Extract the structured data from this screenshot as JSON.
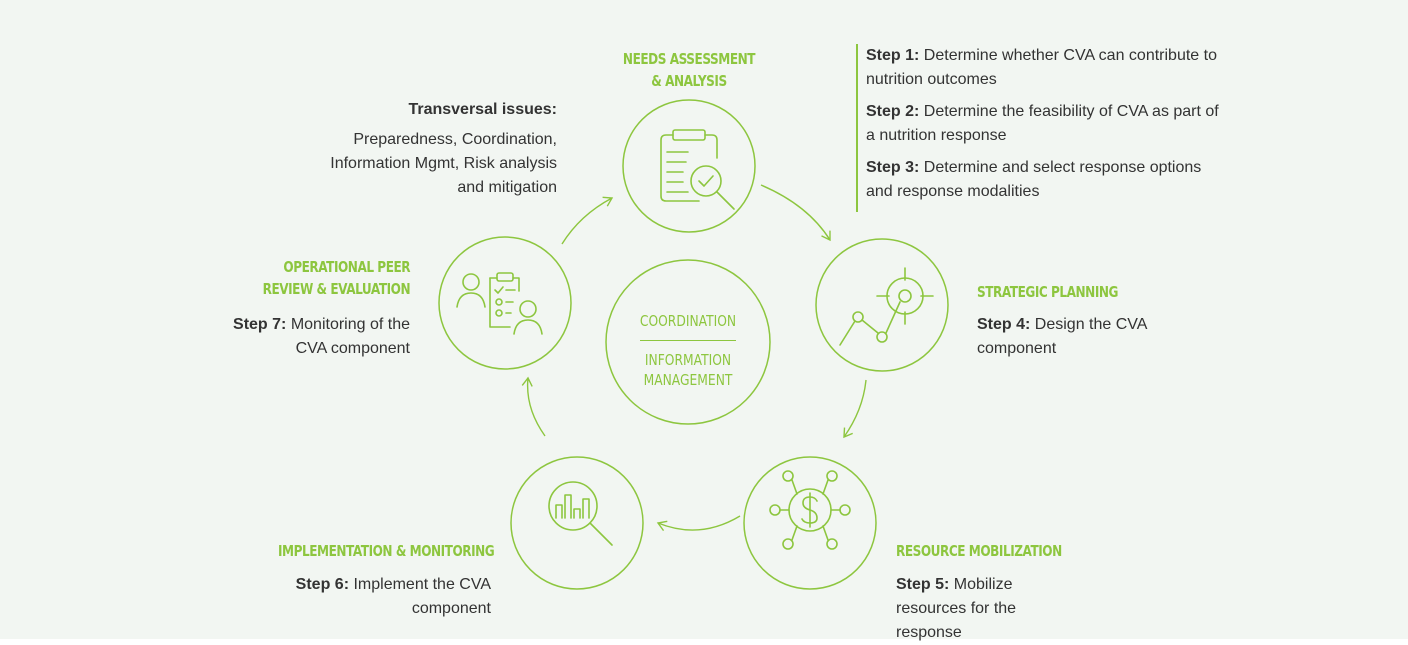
{
  "colors": {
    "accent": "#8dc63f",
    "text": "#333333",
    "background": "#f2f6f2"
  },
  "center": {
    "top_label": "COORDINATION",
    "bottom_label": "INFORMATION MANAGEMENT"
  },
  "transversal": {
    "heading": "Transversal issues:",
    "body": "Preparedness, Coordination, Information Mgmt, Risk analysis and mitigation"
  },
  "stages": {
    "needs": {
      "title_line1": "NEEDS ASSESSMENT",
      "title_line2": "& ANALYSIS",
      "icon": "clipboard-magnifier-icon",
      "steps": [
        {
          "label": "Step 1:",
          "text": " Determine whether CVA can contribute to nutrition outcomes"
        },
        {
          "label": "Step 2:",
          "text": " Determine the feasibility of CVA as part of a nutrition response"
        },
        {
          "label": "Step 3:",
          "text": " Determine and select response options and response modalities"
        }
      ]
    },
    "strategic": {
      "title": "STRATEGIC PLANNING",
      "icon": "target-chart-icon",
      "step_label": "Step 4:",
      "step_text": " Design the CVA component"
    },
    "resource": {
      "title": "RESOURCE MOBILIZATION",
      "icon": "dollar-network-icon",
      "step_label": "Step 5:",
      "step_text": " Mobilize resources for the response"
    },
    "implementation": {
      "title": "IMPLEMENTATION & MONITORING",
      "icon": "bar-chart-magnifier-icon",
      "step_label": "Step 6:",
      "step_text": " Implement the CVA component"
    },
    "review": {
      "title_line1": "OPERATIONAL PEER",
      "title_line2": "REVIEW & EVALUATION",
      "icon": "people-checklist-icon",
      "step_label": "Step 7:",
      "step_text": " Monitoring of the CVA component"
    }
  }
}
